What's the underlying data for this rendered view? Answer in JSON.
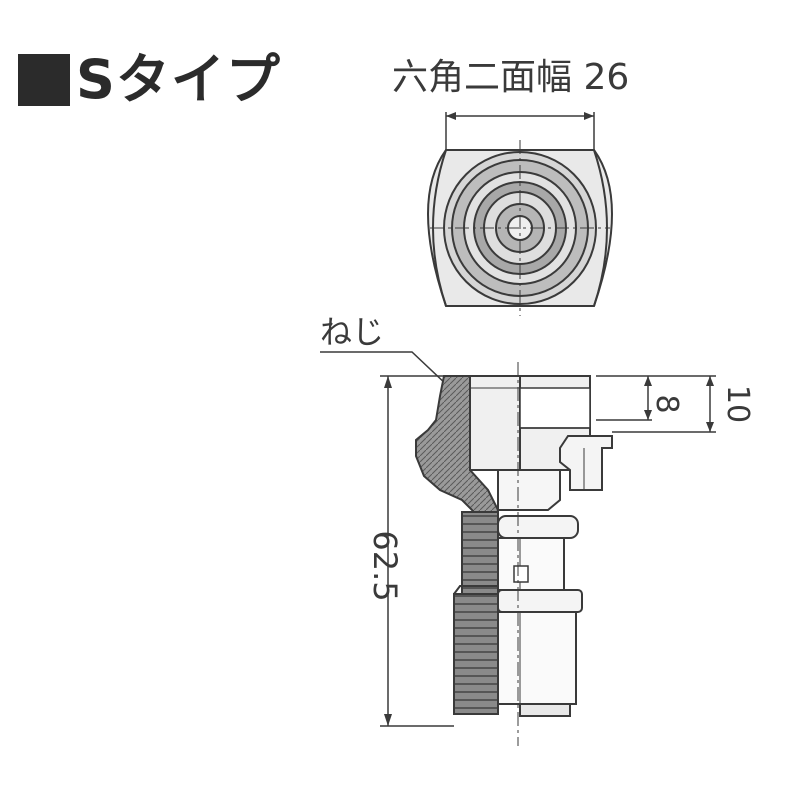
{
  "title": {
    "square_icon": "black-square",
    "text": "Sタイプ"
  },
  "labels": {
    "hex_across_flats": "六角二面幅 26",
    "thread": "ねじ",
    "dim_8": "8",
    "dim_10": "10",
    "dim_height": "62.5"
  },
  "colors": {
    "line": "#3a3a3a",
    "fill_gray": "#8c8c8c",
    "fill_light": "#d9d9d9",
    "text": "#2b2b2b"
  }
}
